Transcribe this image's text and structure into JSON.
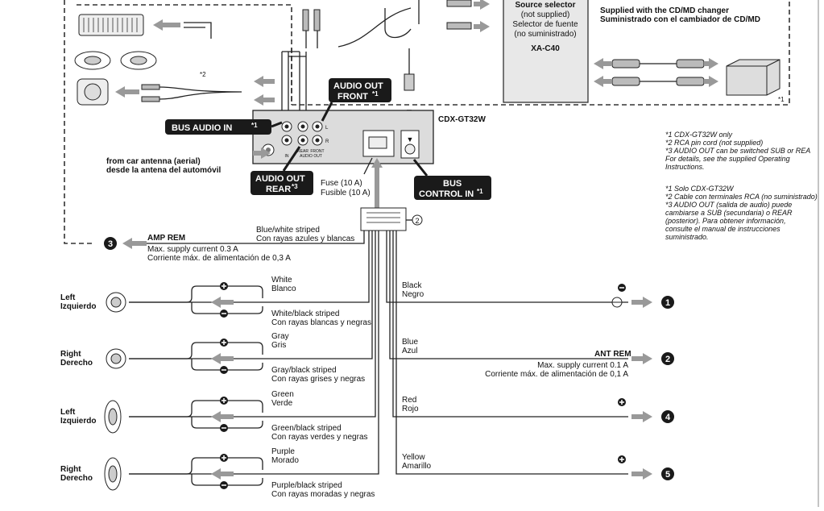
{
  "source_selector": {
    "lines": [
      "Source selector",
      "(not supplied)",
      "Selector de fuente",
      "(no suministrado)"
    ],
    "model": "XA-C40"
  },
  "changer": {
    "line1": "Supplied with the CD/MD changer",
    "line2": "Suministrado con el cambiador de CD/MD"
  },
  "unit": {
    "model": "CDX-GT32W",
    "jack_rear": "REAR",
    "jack_in": "IN",
    "jack_front": "FRONT",
    "audio_out_label": "AUDIO OUT",
    "ch_l": "L",
    "ch_r": "R"
  },
  "tags": {
    "bus_audio_in": "BUS AUDIO IN",
    "bus_audio_in_sup": "*1",
    "audio_out_front_l1": "AUDIO OUT",
    "audio_out_front_l2": "FRONT",
    "audio_out_front_sup": "*1",
    "audio_out_rear_l1": "AUDIO OUT",
    "audio_out_rear_l2": "REAR",
    "audio_out_rear_sup": "*3",
    "bus_control_l1": "BUS",
    "bus_control_l2": "CONTROL IN",
    "bus_control_sup": "*1"
  },
  "antenna": {
    "line1": "from car antenna (aerial)",
    "line2": "desde la antena del automóvil"
  },
  "fuse": {
    "line1": "Fuse (10 A)",
    "line2": "Fusible (10 A)"
  },
  "marks": {
    "star2": "*2",
    "star1": "*1",
    "connector": "2"
  },
  "notes_en": [
    "*1  CDX-GT32W only",
    "*2  RCA pin cord (not supplied)",
    "*3  AUDIO OUT can be switched SUB or REA",
    "      For details, see the supplied Operating",
    "      Instructions."
  ],
  "notes_es": [
    "*1  Solo CDX-GT32W",
    "*2  Cable con terminales RCA (no suministrado)",
    "*3  AUDIO OUT (salida de audio) puede",
    "      cambiarse a SUB (secundaria) o REAR",
    "      (posterior). Para obtener información,",
    "      consulte el manual de instrucciones",
    "      suministrado."
  ],
  "amp_rem": {
    "num": "3",
    "title": "AMP REM",
    "wire_en": "Blue/white striped",
    "wire_es": "Con rayas azules y blancas",
    "cur_en": "Max. supply current 0.3 A",
    "cur_es": "Corriente máx. de alimentación de 0,3 A"
  },
  "speakers": [
    {
      "side_en": "Left",
      "side_es": "Izquierdo",
      "pos_en": "White",
      "pos_es": "Blanco",
      "neg_en": "White/black striped",
      "neg_es": "Con rayas blancas y negras"
    },
    {
      "side_en": "Right",
      "side_es": "Derecho",
      "pos_en": "Gray",
      "pos_es": "Gris",
      "neg_en": "Gray/black striped",
      "neg_es": "Con rayas grises y negras"
    },
    {
      "side_en": "Left",
      "side_es": "Izquierdo",
      "pos_en": "Green",
      "pos_es": "Verde",
      "neg_en": "Green/black striped",
      "neg_es": "Con rayas verdes y negras"
    },
    {
      "side_en": "Right",
      "side_es": "Derecho",
      "pos_en": "Purple",
      "pos_es": "Morado",
      "neg_en": "Purple/black striped",
      "neg_es": "Con rayas moradas y negras"
    }
  ],
  "power": [
    {
      "num": "1",
      "en": "Black",
      "es": "Negro",
      "polarity": "minus"
    },
    {
      "num": "2",
      "en": "Blue",
      "es": "Azul",
      "polarity": "",
      "title": "ANT REM",
      "cur_en": "Max. supply current 0.1 A",
      "cur_es": "Corriente máx. de alimentación de 0,1 A"
    },
    {
      "num": "4",
      "en": "Red",
      "es": "Rojo",
      "polarity": "plus"
    },
    {
      "num": "5",
      "en": "Yellow",
      "es": "Amarillo",
      "polarity": "plus"
    }
  ],
  "colors": {
    "line": "#222222",
    "arrow": "#999999",
    "tag_bg": "#1a1a1a",
    "unit_bg": "#dcdcdc"
  }
}
